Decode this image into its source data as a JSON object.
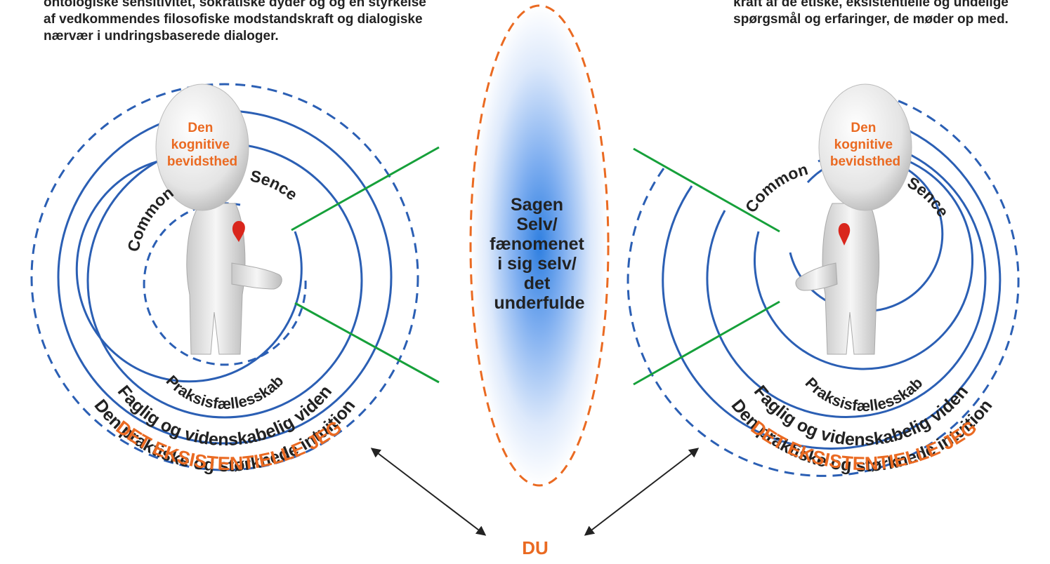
{
  "texts": {
    "top_left": [
      "ontologiske sensitivitet, sokratiske dyder og og en styrkelse",
      "af vedkommendes filosofiske modstandskraft og dialogiske",
      "nærvær i undringsbaserede dialoger."
    ],
    "top_right": [
      "kraft af de etiske, eksistentielle og undelige",
      "spørgsmål og erfaringer, de møder op med."
    ],
    "center": [
      "Sagen",
      "Selv/",
      "fænomenet",
      "i sig selv/",
      "det",
      "underfulde"
    ],
    "du": "DU"
  },
  "left_figure": {
    "head": [
      "Den",
      "kognitive",
      "bevidsthed"
    ],
    "common": "Common",
    "sence": "Sence",
    "praksis": "Praksisfællesskab",
    "faglig": "Faglig og videnskabelig viden",
    "praktiske": "Den praktiske og størknede intuition",
    "eksistentielle": "DET EKSISTENTIELLE JEG"
  },
  "right_figure": {
    "head": [
      "Den",
      "kognitive",
      "bevidsthed"
    ],
    "common": "Common",
    "sence": "Sence",
    "praksis": "Praksisfællesskab",
    "faglig": "Faglig og videnskabelig viden",
    "praktiske": "Den praktiske og størknede intuition",
    "eksistentielle": "DET EKSISTENTIELLE JEG"
  },
  "colors": {
    "blue": "#2b5fb4",
    "orange": "#ea6a22",
    "green": "#16a03a",
    "text": "#222222",
    "heart": "#d9261c"
  }
}
